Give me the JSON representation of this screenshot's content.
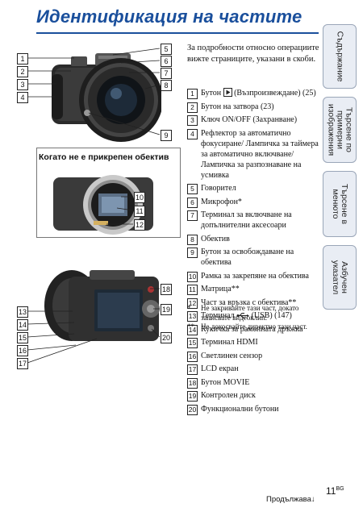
{
  "title": "Идентификация на частите",
  "tabs": [
    {
      "label": "Съдържание"
    },
    {
      "label": "Търсене по\nпримерни\nизображения"
    },
    {
      "label": "Търсене в\nменюто"
    },
    {
      "label": "Азбучен\nуказател"
    }
  ],
  "caption": "Когато не е прикрепен обектив",
  "intro": "За подробности относно операциите вижте страниците, указани в скоби.",
  "parts": [
    {
      "num": "1",
      "pre": "Бутон",
      "icon": "play-icon",
      "post": "(Възпроизвеждане) (25)"
    },
    {
      "num": "2",
      "pre": "Бутон на затвора (23)"
    },
    {
      "num": "3",
      "pre": "Ключ ON/OFF (Захранване)"
    },
    {
      "num": "4",
      "pre": "Рефлектор за автоматично фокусиране/ Лампичка за таймера за автоматично включване/Лампичка за разпознаване на усмивка"
    },
    {
      "num": "5",
      "pre": "Говорител"
    },
    {
      "num": "6",
      "pre": "Микрофон*"
    },
    {
      "num": "7",
      "pre": "Терминал за включване на допълнителни аксесоари"
    },
    {
      "num": "8",
      "pre": "Обектив"
    },
    {
      "num": "9",
      "pre": "Бутон за освобождаване на обектива"
    },
    {
      "num": "10",
      "pre": "Рамка за закрепяне на обектива"
    },
    {
      "num": "11",
      "pre": "Матрица**"
    },
    {
      "num": "12",
      "pre": "Част за връзка с обектива**"
    },
    {
      "num": "13",
      "pre": "Терминал",
      "icon": "usb-icon",
      "post": "(USB) (147)"
    },
    {
      "num": "14",
      "pre": "Кукичка за раменната дръжка"
    },
    {
      "num": "15",
      "pre": "Терминал HDMI"
    },
    {
      "num": "16",
      "pre": "Светлинен сензор"
    },
    {
      "num": "17",
      "pre": "LCD екран"
    },
    {
      "num": "18",
      "pre": "Бутон MOVIE"
    },
    {
      "num": "19",
      "pre": "Контролен диск"
    },
    {
      "num": "20",
      "pre": "Функционални бутони"
    }
  ],
  "notes": [
    {
      "mark": "*",
      "text": "Не закривайте тази част, докато записвате видеоклип."
    },
    {
      "mark": "**",
      "text": "Не докосвайте директно тази част."
    }
  ],
  "footer": {
    "next": "Продължава",
    "page": "11",
    "page_suffix": "BG"
  }
}
